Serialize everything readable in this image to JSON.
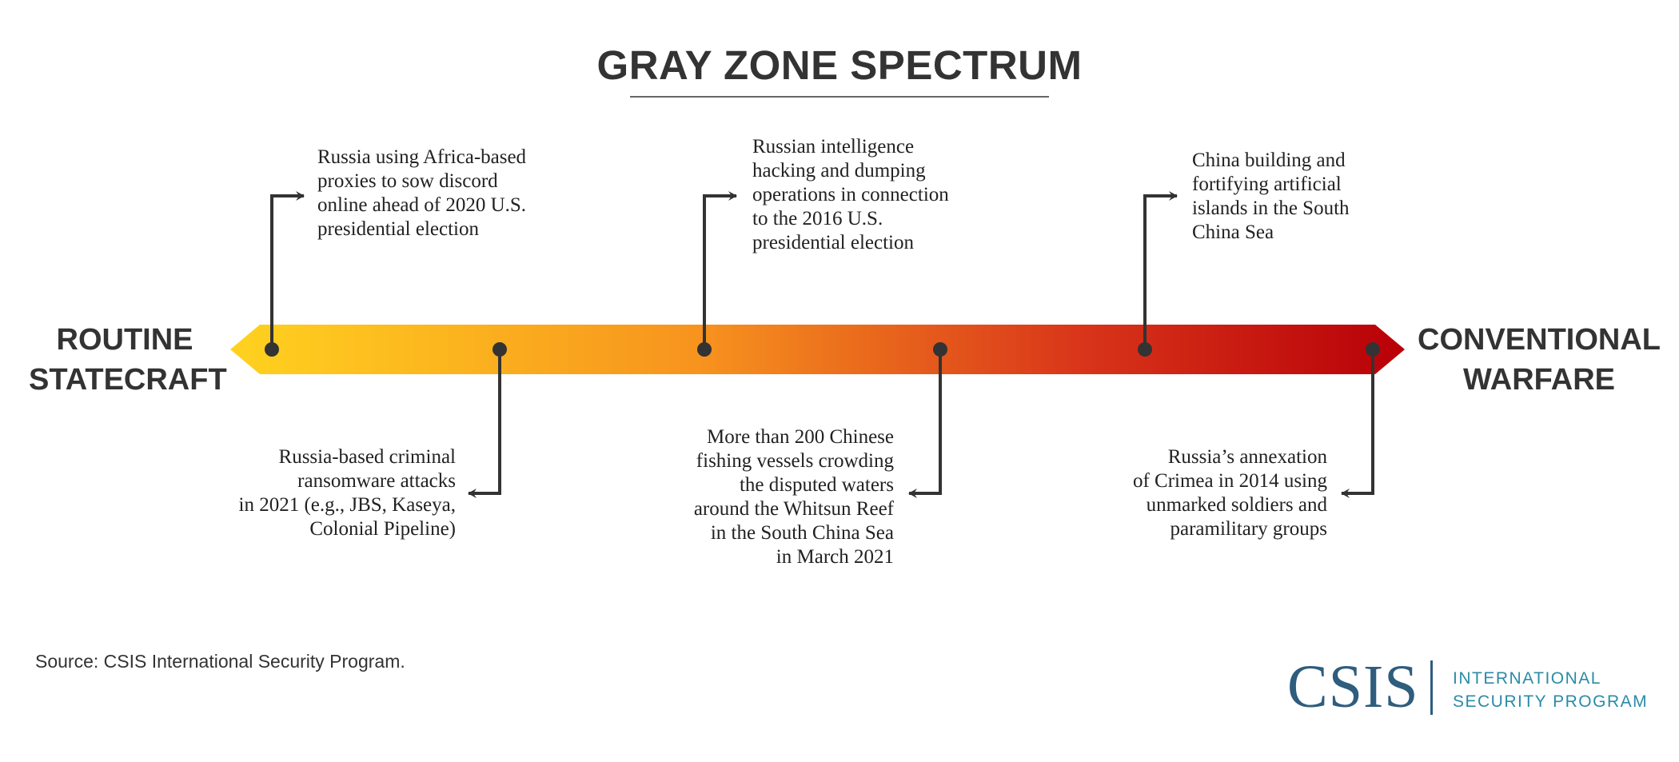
{
  "title": "GRAY ZONE SPECTRUM",
  "left_end": [
    "ROUTINE",
    "STATECRAFT"
  ],
  "right_end": [
    "CONVENTIONAL",
    "WARFARE"
  ],
  "colors": {
    "gradient_start": "#FFD21F",
    "gradient_mid": "#F7931E",
    "gradient_end": "#B80008",
    "line": "#333333"
  },
  "events": [
    {
      "id": "africa-proxies",
      "lines": [
        "Russia using Africa-based",
        "proxies to sow discord",
        "online ahead of 2020 U.S.",
        "presidential election"
      ]
    },
    {
      "id": "ransomware",
      "lines": [
        "Russia-based criminal",
        "ransomware attacks",
        "in 2021 (e.g., JBS, Kaseya,",
        "Colonial Pipeline)"
      ]
    },
    {
      "id": "hacking-2016",
      "lines": [
        "Russian intelligence",
        "hacking and dumping",
        "operations in connection",
        "to the 2016 U.S.",
        "presidential election"
      ]
    },
    {
      "id": "whitsun-reef",
      "lines": [
        "More than 200 Chinese",
        "fishing vessels crowding",
        "the disputed waters",
        "around the Whitsun Reef",
        "in the South China Sea",
        "in March 2021"
      ]
    },
    {
      "id": "artificial-islands",
      "lines": [
        "China building and",
        "fortifying artificial",
        "islands in the South",
        "China Sea"
      ]
    },
    {
      "id": "crimea",
      "lines": [
        "Russia’s annexation",
        "of Crimea in 2014 using",
        "unmarked soldiers and",
        "paramilitary groups"
      ]
    }
  ],
  "source": "Source: CSIS International Security Program.",
  "logo": {
    "main": "CSIS",
    "sub": [
      "INTERNATIONAL",
      "SECURITY PROGRAM"
    ]
  }
}
